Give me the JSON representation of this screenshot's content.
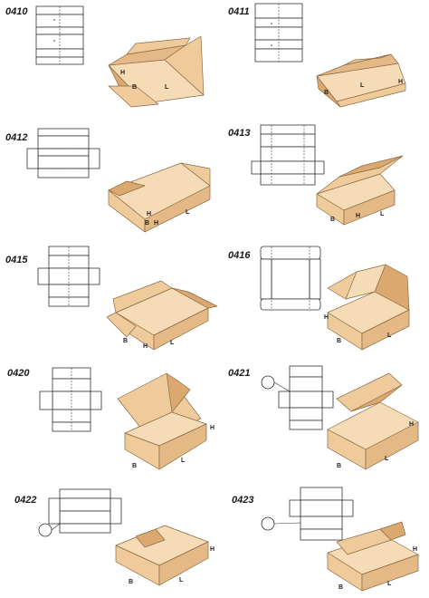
{
  "catalog": {
    "items": [
      {
        "code": "0410",
        "dims": [
          "B",
          "L",
          "H"
        ]
      },
      {
        "code": "0411",
        "dims": [
          "B",
          "L",
          "H"
        ]
      },
      {
        "code": "0412",
        "dims": [
          "B",
          "L",
          "H",
          "H"
        ]
      },
      {
        "code": "0413",
        "dims": [
          "B",
          "L",
          "H"
        ]
      },
      {
        "code": "0415",
        "dims": [
          "B",
          "L",
          "H"
        ]
      },
      {
        "code": "0416",
        "dims": [
          "B",
          "L",
          "H"
        ]
      },
      {
        "code": "0420",
        "dims": [
          "B",
          "L",
          "H"
        ]
      },
      {
        "code": "0421",
        "dims": [
          "B",
          "L",
          "H"
        ]
      },
      {
        "code": "0422",
        "dims": [
          "B",
          "L",
          "H"
        ]
      },
      {
        "code": "0423",
        "dims": [
          "B",
          "L",
          "H"
        ]
      }
    ]
  },
  "colors": {
    "carton_light": "#f6dcb6",
    "carton_mid": "#efcb9c",
    "carton_dark": "#e4b985",
    "carton_shadow": "#dba86f",
    "line": "#333333"
  }
}
